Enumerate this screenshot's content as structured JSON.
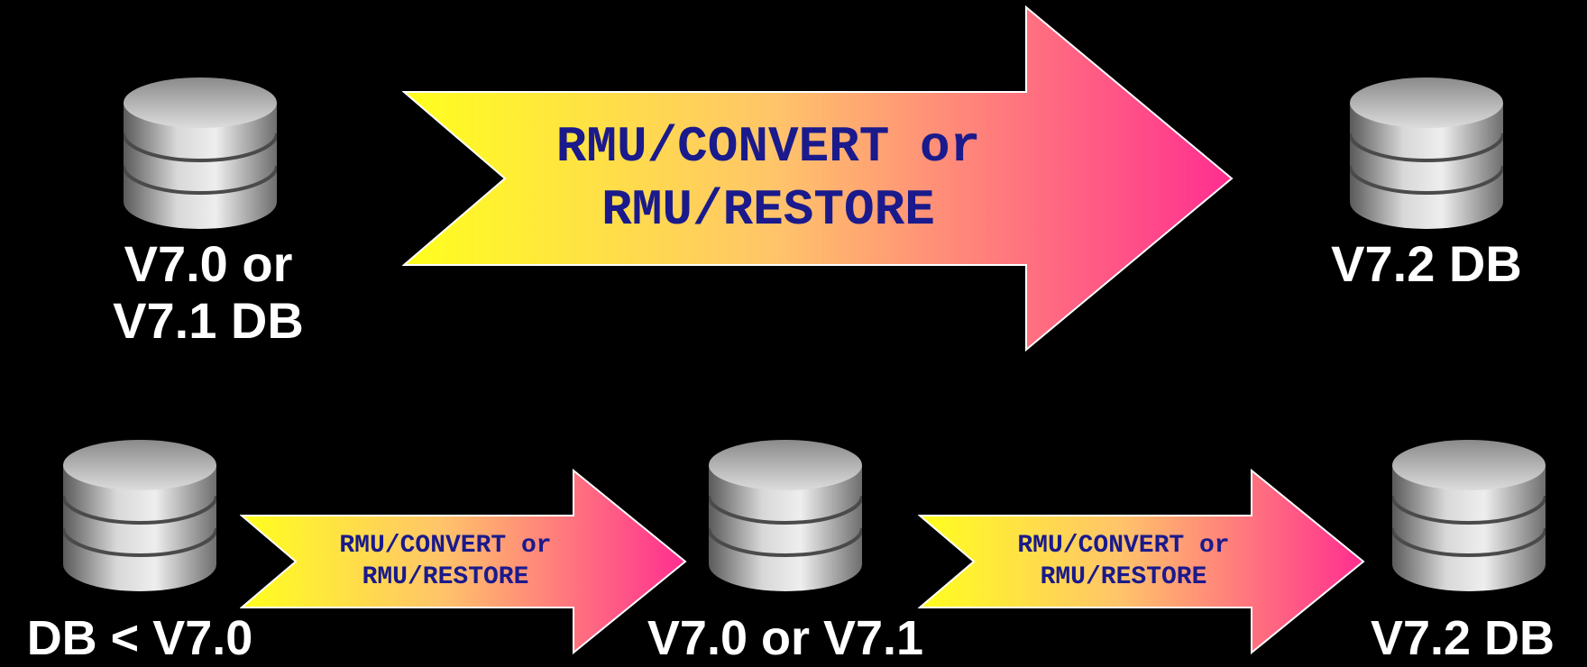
{
  "colors": {
    "background": "#000000",
    "label_text": "#ffffff",
    "arrow_text": "#1a1a8c",
    "arrow_gradient_start": "#ffff1e",
    "arrow_gradient_end": "#ff2e90"
  },
  "top_row": {
    "source": {
      "line1": "V7.0 or",
      "line2": "V7.1 DB"
    },
    "arrow": {
      "line1": "RMU/CONVERT or",
      "line2": "RMU/RESTORE"
    },
    "target": {
      "line1": "V7.2 DB"
    }
  },
  "bottom_row": {
    "source": {
      "line1": "DB < V7.0"
    },
    "arrow1": {
      "line1": "RMU/CONVERT or",
      "line2": "RMU/RESTORE"
    },
    "middle": {
      "line1": "V7.0 or V7.1"
    },
    "arrow2": {
      "line1": "RMU/CONVERT or",
      "line2": "RMU/RESTORE"
    },
    "target": {
      "line1": "V7.2 DB"
    }
  },
  "icons": {
    "database": "database-cylinder-icon",
    "arrow": "right-arrow-shape"
  }
}
